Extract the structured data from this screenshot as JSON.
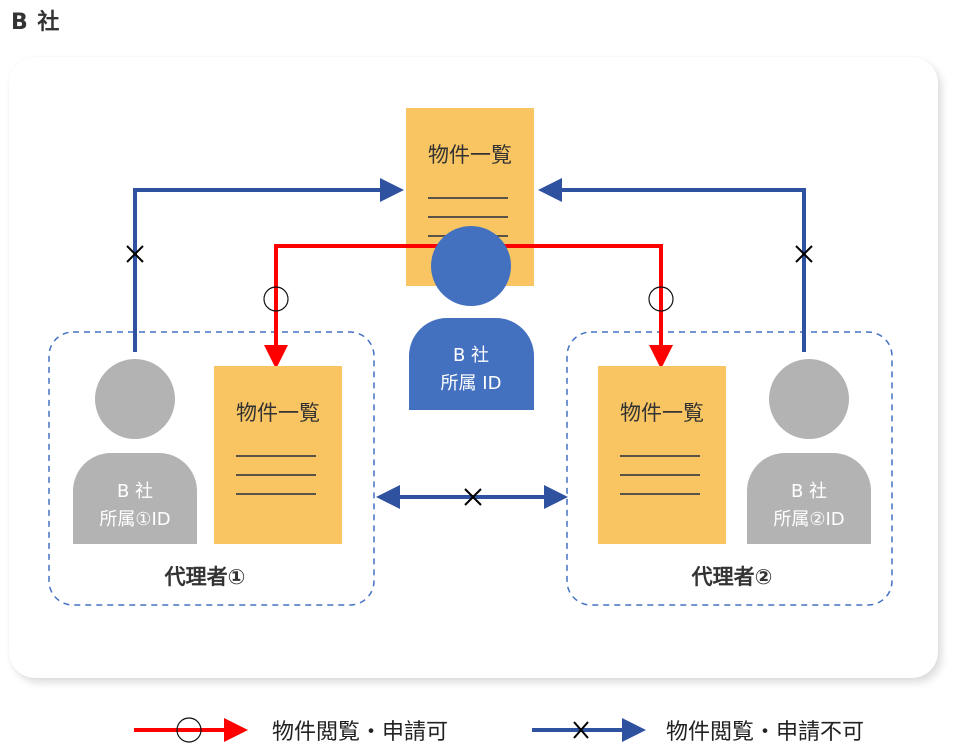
{
  "title": "B 社",
  "center": {
    "document_label": "物件一覧",
    "person_line1": "B 社",
    "person_line2": "所属 ID"
  },
  "agents": [
    {
      "group_label": "代理者①",
      "document_label": "物件一覧",
      "person_line1": "B 社",
      "person_line2": "所属①ID"
    },
    {
      "group_label": "代理者②",
      "document_label": "物件一覧",
      "person_line1": "B 社",
      "person_line2": "所属②ID"
    }
  ],
  "marks": {
    "allowed": "○",
    "denied": "×"
  },
  "legend": [
    {
      "label": "物件閲覧・申請可",
      "color": "#ff0000",
      "mark": "circle"
    },
    {
      "label": "物件閲覧・申請不可",
      "color": "#2f52a0",
      "mark": "cross"
    }
  ],
  "colors": {
    "allowed_arrow": "#ff0000",
    "denied_arrow": "#2f52a0",
    "document": "#f8c562",
    "center_person": "#4470c0",
    "agent_person": "#b3b3b3",
    "group_border": "#4472c4"
  }
}
